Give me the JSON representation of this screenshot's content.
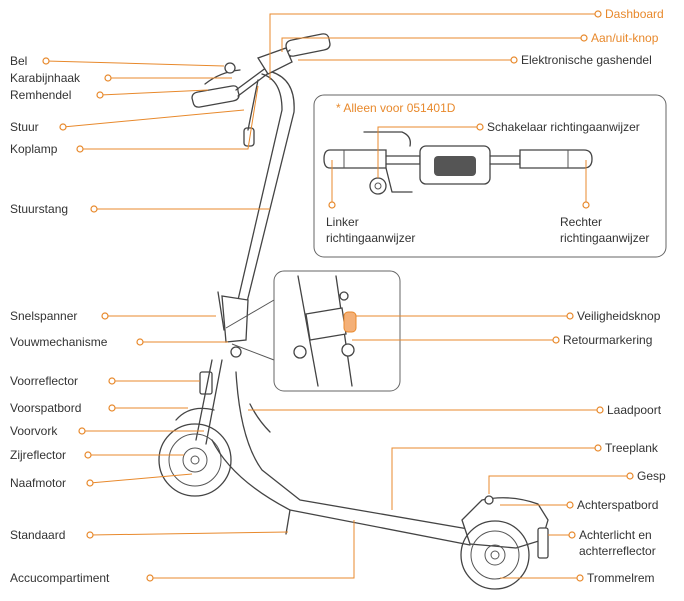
{
  "labels": {
    "bel": "Bel",
    "karabijnhaak": "Karabijnhaak",
    "remhendel": "Remhendel",
    "stuur": "Stuur",
    "koplamp": "Koplamp",
    "stuurstang": "Stuurstang",
    "snelspanner": "Snelspanner",
    "vouwmechanisme": "Vouwmechanisme",
    "voorreflector": "Voorreflector",
    "voorspatbord": "Voorspatbord",
    "voorvork": "Voorvork",
    "zijreflector": "Zijreflector",
    "naafmotor": "Naafmotor",
    "standaard": "Standaard",
    "accucompartiment": "Accucompartiment",
    "dashboard": "Dashboard",
    "aan_uit_knop": "Aan/uit-knop",
    "gashendel": "Elektronische gashendel",
    "veiligheidsknop": "Veiligheidsknop",
    "retourmarkering": "Retourmarkering",
    "laadpoort": "Laadpoort",
    "treeplank": "Treeplank",
    "gesp": "Gesp",
    "achterspatbord": "Achterspatbord",
    "achterlicht_1": "Achterlicht en",
    "achterlicht_2": "achterreflector",
    "trommelrem": "Trommelrem"
  },
  "inset": {
    "note": "* Alleen voor 051401D",
    "schakelaar": "Schakelaar richtingaanwijzer",
    "linker_1": "Linker",
    "linker_2": "richtingaanwijzer",
    "rechter_1": "Rechter",
    "rechter_2": "richtingaanwijzer"
  },
  "colors": {
    "accent": "#e8892c",
    "text": "#333333",
    "line": "#444444"
  }
}
